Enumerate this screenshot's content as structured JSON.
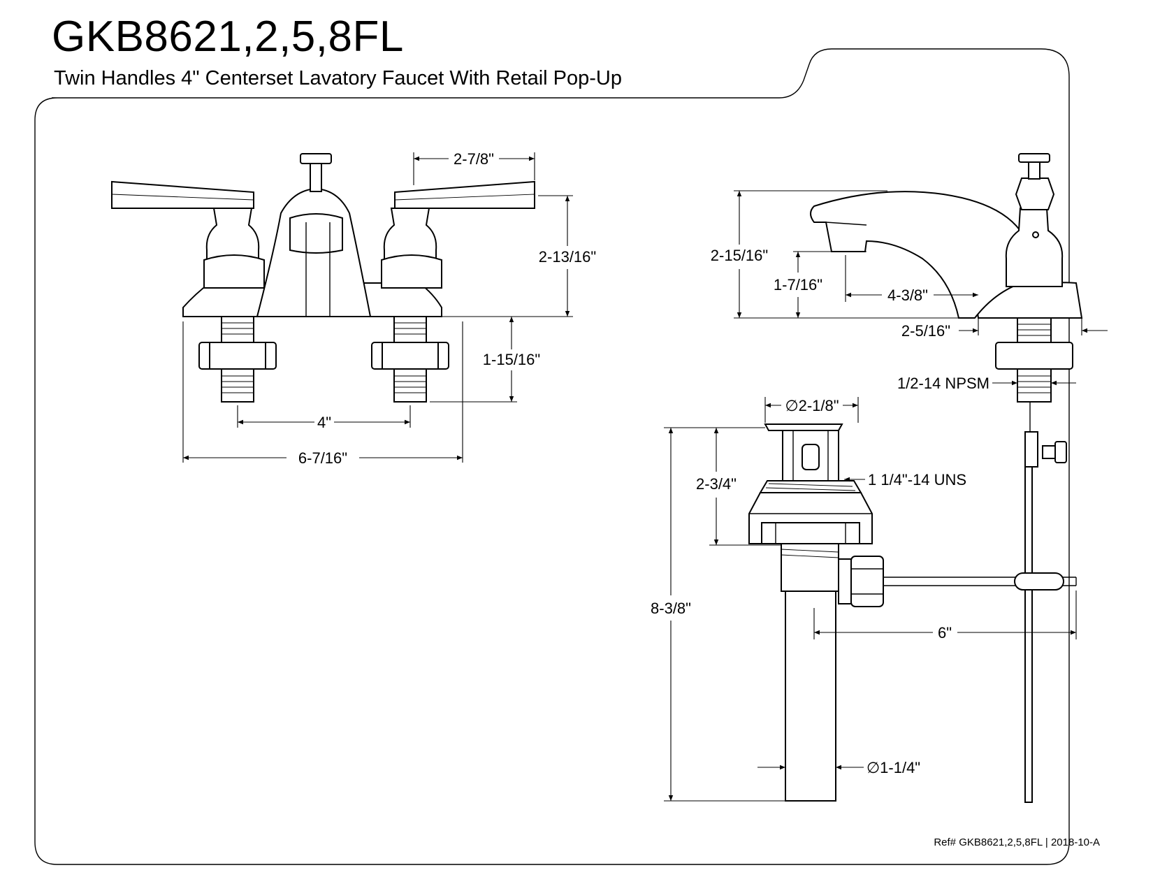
{
  "header": {
    "title": "GKB8621,2,5,8FL",
    "subtitle": "Twin Handles 4\" Centerset Lavatory Faucet With Retail Pop-Up"
  },
  "dimensions": {
    "handle_reach": "2-7/8\"",
    "faucet_height_front": "2-13/16\"",
    "shank_length": "1-15/16\"",
    "center_spacing": "4\"",
    "overall_width": "6-7/16\"",
    "faucet_height_side": "2-15/16\"",
    "spout_clearance": "1-7/16\"",
    "spout_reach": "4-3/8\"",
    "base_depth": "2-5/16\"",
    "supply_thread": "1/2-14 NPSM",
    "drain_flange_diameter": "∅2-1/8\"",
    "drain_thread": "1 1/4\"-14 UNS",
    "drain_body_height": "2-3/4\"",
    "drain_total_length": "8-3/8\"",
    "pivot_rod_length": "6\"",
    "tailpiece_diameter": "∅1-1/4\""
  },
  "footer": {
    "reference": "Ref# GKB8621,2,5,8FL | 2018-10-A"
  }
}
